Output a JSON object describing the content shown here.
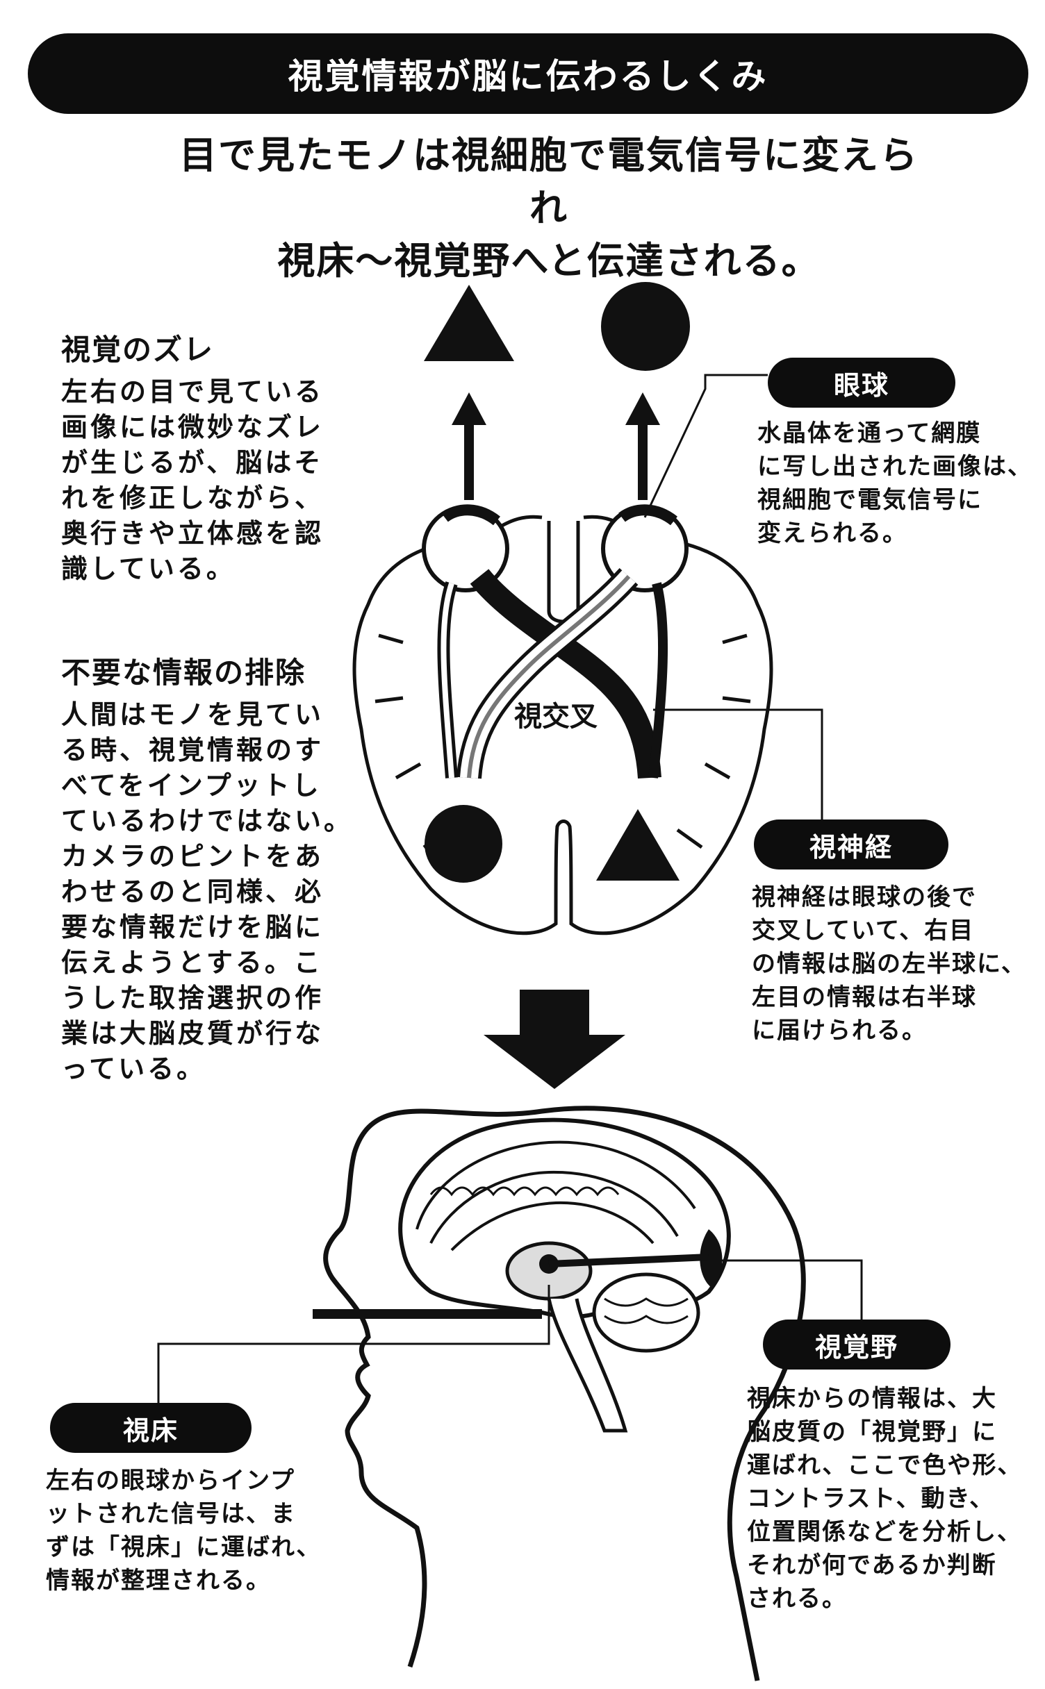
{
  "title": "視覚情報が脳に伝わるしくみ",
  "subtitle": {
    "line1": "目で見たモノは視細胞で電気信号に変えられ",
    "line2": "視床〜視覚野へと伝達される。"
  },
  "diagram_labels": {
    "optic_chiasm": "視交叉"
  },
  "notes": {
    "visual_shift": {
      "heading": "視覚のズレ",
      "body": "左右の目で見ている\n画像には微妙なズレ\nが生じるが、脳はそ\nれを修正しながら、\n奥行きや立体感を認\n識している。"
    },
    "exclusion": {
      "heading": "不要な情報の排除",
      "body": "人間はモノを見てい\nる時、視覚情報のす\nべてをインプットし\nているわけではない。\nカメラのピントをあ\nわせるのと同様、必\n要な情報だけを脳に\n伝えようとする。こ\nうした取捨選択の作\n業は大脳皮質が行な\nっている。"
    }
  },
  "callouts": {
    "eyeball": {
      "label": "眼球",
      "body": "水晶体を通って網膜\nに写し出された画像は、\n視細胞で電気信号に\n変えられる。"
    },
    "optic_nerve": {
      "label": "視神経",
      "body": "視神経は眼球の後で\n交叉していて、右目\nの情報は脳の左半球に、\n左目の情報は右半球\nに届けられる。"
    },
    "visual_cortex": {
      "label": "視覚野",
      "body": "視床からの情報は、大\n脳皮質の「視覚野」に\n運ばれ、ここで色や形、\nコントラスト、動き、\n位置関係などを分析し、\nそれが何であるか判断\nされる。"
    },
    "thalamus": {
      "label": "視床",
      "body": "左右の眼球からインプ\nットされた信号は、ま\nずは「視床」に運ばれ、\n情報が整理される。"
    }
  }
}
